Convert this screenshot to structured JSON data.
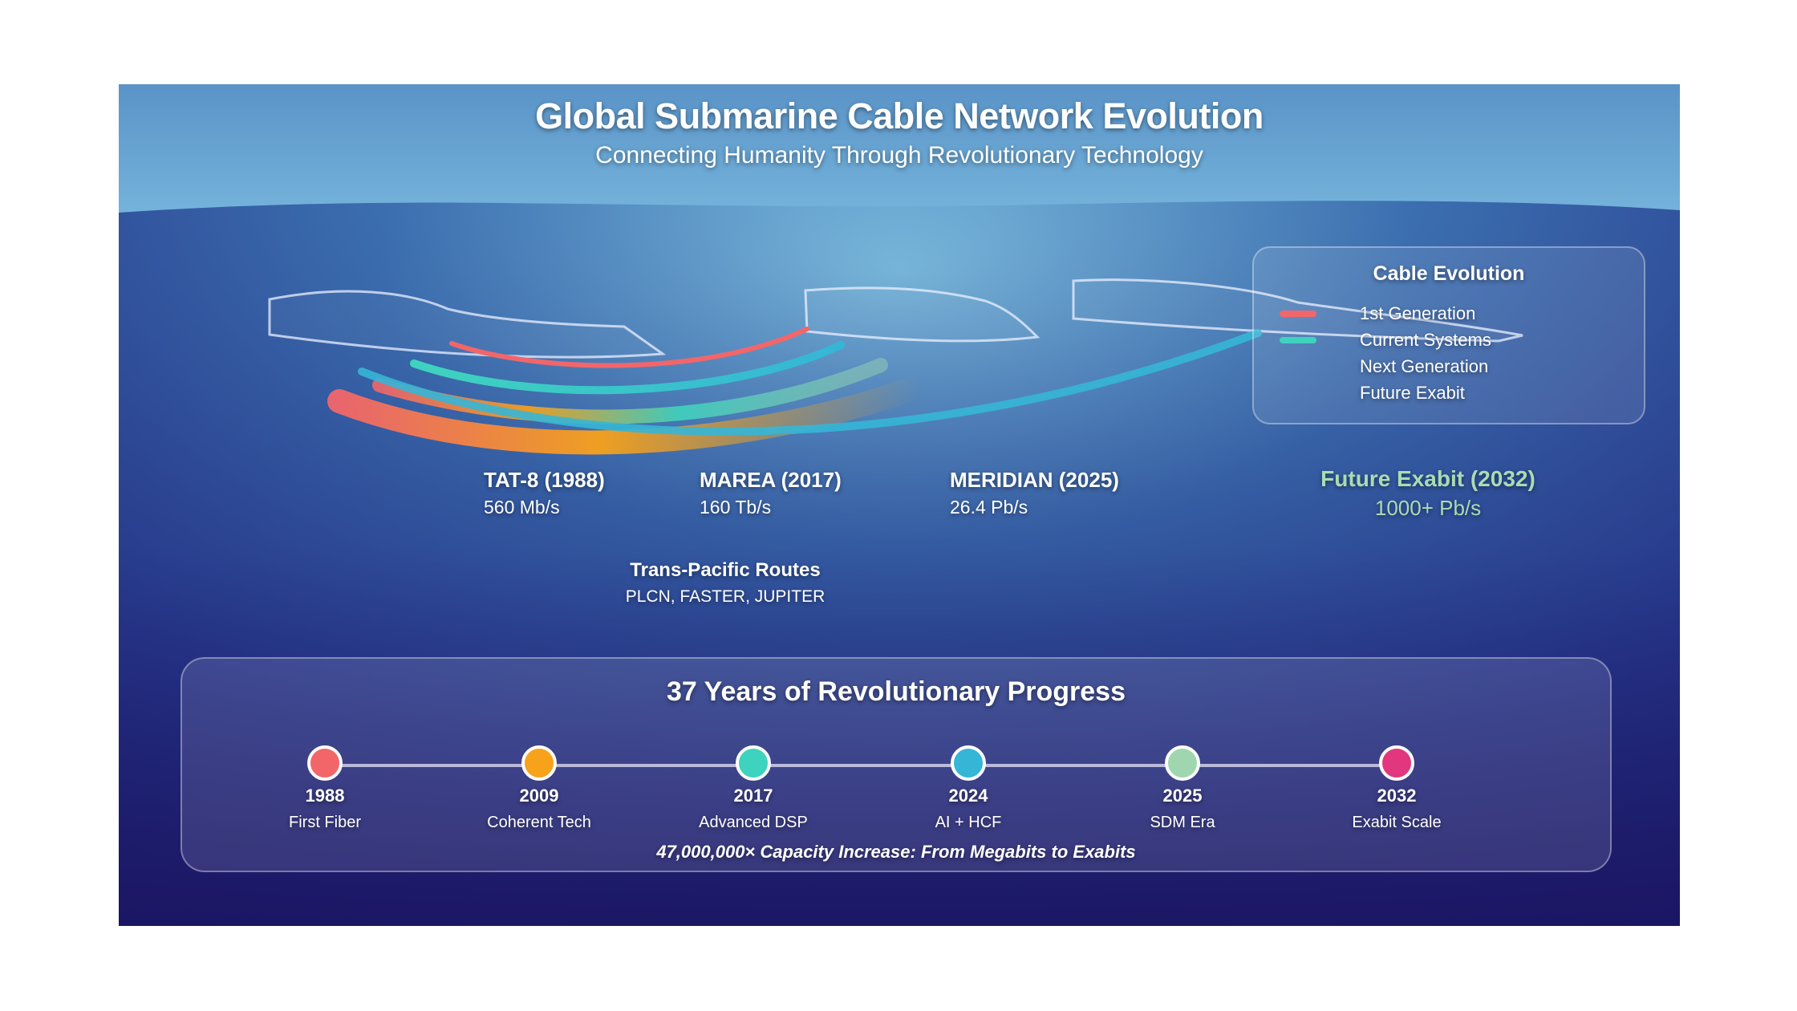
{
  "header": {
    "title": "Global Submarine Cable Network Evolution",
    "subtitle": "Connecting Humanity Through Revolutionary Technology"
  },
  "legend": {
    "title": "Cable Evolution",
    "items": [
      {
        "label": "1st Generation",
        "color": "#f2666a"
      },
      {
        "label": "Current Systems",
        "color": "#3ed3be"
      },
      {
        "label": "Next Generation",
        "color": ""
      },
      {
        "label": "Future Exabit",
        "color": ""
      }
    ]
  },
  "cables": [
    {
      "name": "TAT-8 (1988)",
      "capacity": "560 Mb/s"
    },
    {
      "name": "MAREA (2017)",
      "capacity": "160 Tb/s"
    },
    {
      "name": "MERIDIAN (2025)",
      "capacity": "26.4 Pb/s"
    },
    {
      "name": "Future Exabit (2032)",
      "capacity": "1000+ Pb/s",
      "color": "#a8dcb4"
    }
  ],
  "routes": {
    "title": "Trans-Pacific Routes",
    "systems": "PLCN, FASTER, JUPITER"
  },
  "timeline": {
    "title": "37 Years of Revolutionary Progress",
    "milestones": [
      {
        "year": "1988",
        "label": "First Fiber",
        "color": "#f2666a"
      },
      {
        "year": "2009",
        "label": "Coherent Tech",
        "color": "#f7a21b"
      },
      {
        "year": "2017",
        "label": "Advanced DSP",
        "color": "#3ed3be"
      },
      {
        "year": "2024",
        "label": "AI + HCF",
        "color": "#35b6d6"
      },
      {
        "year": "2025",
        "label": "SDM Era",
        "color": "#9fd6b0"
      },
      {
        "year": "2032",
        "label": "Exabit Scale",
        "color": "#e2367e"
      }
    ],
    "footnote": "47,000,000× Capacity Increase: From Megabits to Exabits"
  },
  "colors": {
    "sky_top": "#5a93c7",
    "sky_bottom": "#74b3db",
    "ocean_glow": "#86cdea",
    "ocean_deep": "#1b1664"
  }
}
